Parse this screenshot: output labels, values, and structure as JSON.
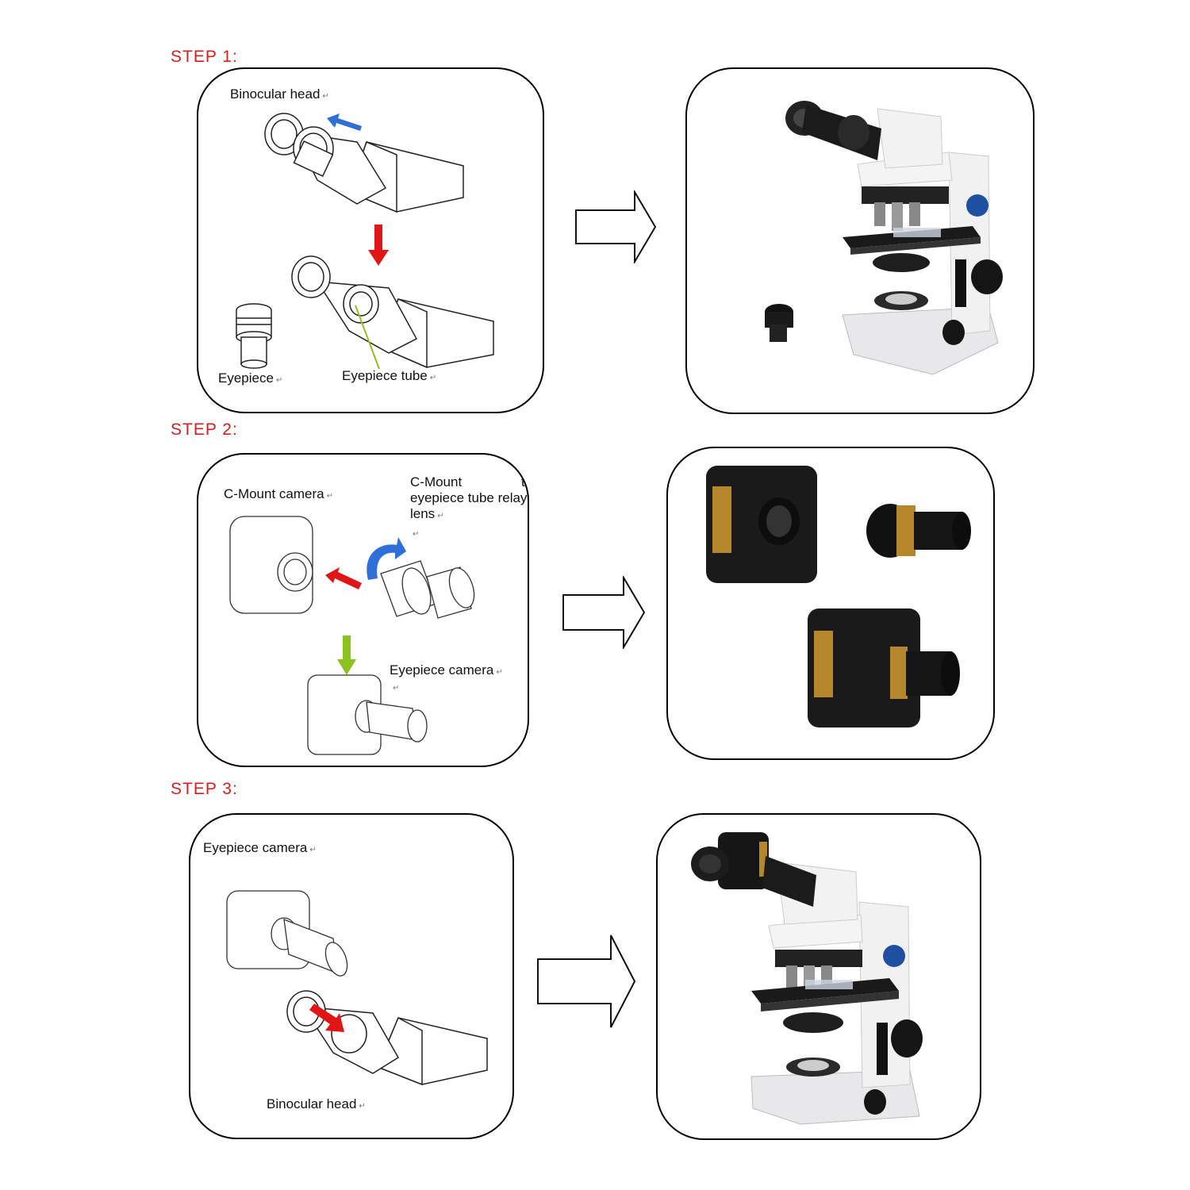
{
  "steps": [
    {
      "title": "STEP 1:",
      "labels": {
        "binocular_head": "Binocular head",
        "eyepiece": "Eyepiece",
        "eyepiece_tube": "Eyepiece tube"
      }
    },
    {
      "title": "STEP 2:",
      "labels": {
        "c_mount_camera": "C-Mount camera",
        "relay_lens_line1": "C-Mount",
        "relay_lens_to": "to",
        "relay_lens_line2": "eyepiece tube relay",
        "relay_lens_line3": "lens",
        "eyepiece_camera": "Eyepiece camera"
      }
    },
    {
      "title": "STEP 3:",
      "labels": {
        "eyepiece_camera": "Eyepiece camera",
        "binocular_head": "Binocular head"
      }
    }
  ],
  "return_mark": "↵",
  "colors": {
    "step_title": "#d42020",
    "arrow_red": "#e01616",
    "arrow_blue": "#2f6fd8",
    "arrow_green": "#8cc21f",
    "microscope_body": "#eeeeee",
    "camera_body": "#1a1a1a",
    "brass_ring": "#b8862a"
  },
  "icons": [
    "binocular-head-drawing",
    "eyepiece-drawing",
    "microscope-photo",
    "camera-photo",
    "relay-lens-photo",
    "outline-arrow"
  ]
}
